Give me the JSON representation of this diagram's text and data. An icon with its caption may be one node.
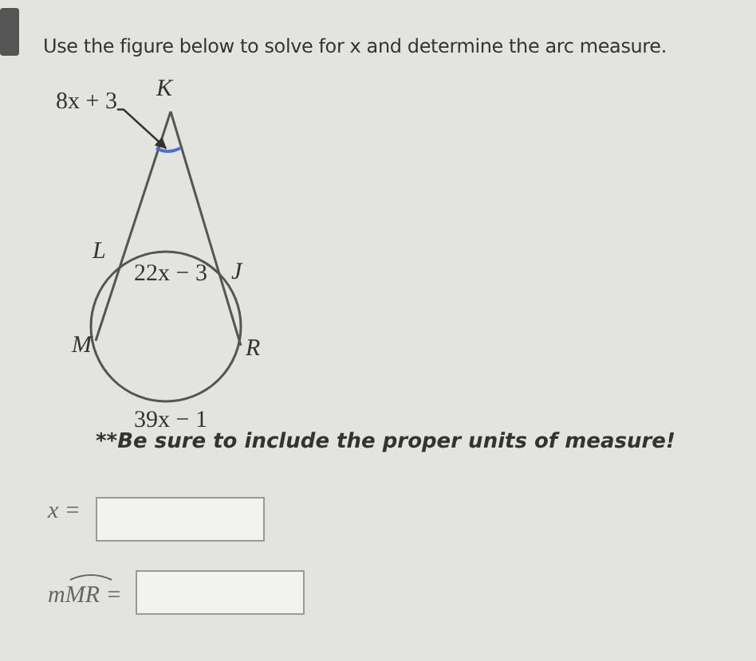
{
  "diagram": {
    "title": "Use the figure below to solve for x and determine the arc measure.",
    "nodes": [
      {
        "text": [
          "8x + 3"
        ]
      },
      {
        "text": [],
        "shape": "arc"
      }
    ],
    "edges": [
      {
        "from": 0,
        "to": 1,
        "arrow": "to"
      }
    ],
    "labels": [
      "K",
      "L",
      "22x − 3",
      "J",
      "M",
      "R",
      "39x − 1",
      "**Be sure to include the proper units of measure!",
      "x =",
      "mMR ="
    ]
  }
}
